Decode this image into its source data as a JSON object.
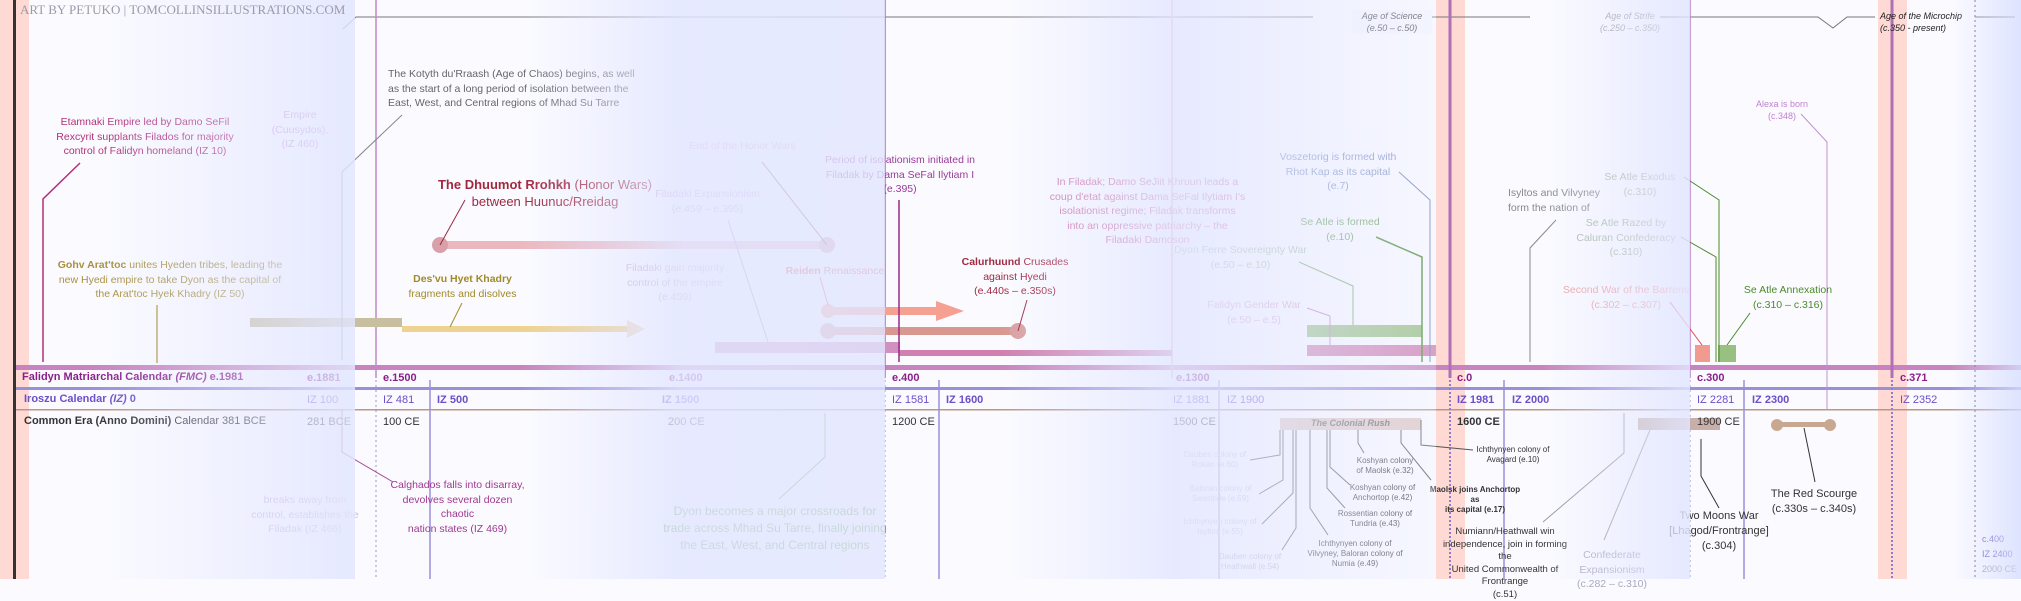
{
  "watermark": "ART BY PETUKO | TOMCOLLINSILLUSTRATIONS.COM",
  "ages": [
    {
      "name": "Age of Science",
      "range": "(e.50 – c.50)"
    },
    {
      "name": "Age of Strife",
      "range": "(c.250 – c.350)"
    },
    {
      "name": "Age of the Microchip",
      "range": "(c.350 - present)"
    }
  ],
  "calendars": {
    "fmc": {
      "name": "Falidyn Matriarchal Calendar",
      "abbr": "(FMC)",
      "start": "e.1981"
    },
    "iz": {
      "name": "Iroszu Calendar",
      "abbr": "(IZ)",
      "start": "0"
    },
    "ce": {
      "name": "Common Era (Anno Domini)",
      "suffix": "Calendar",
      "start": "381 BCE"
    }
  },
  "ticks": {
    "fmc": [
      "e.1881",
      "e.1500",
      "e.1400",
      "e.400",
      "e.1300",
      "c.0",
      "c.300",
      "c.371",
      "c.400"
    ],
    "iz": [
      "IZ 100",
      "IZ 481",
      "IZ 500",
      "IZ 1500",
      "IZ 1581",
      "IZ 1600",
      "IZ 1881",
      "IZ 1900",
      "IZ 1981",
      "IZ 2000",
      "IZ 2281",
      "IZ 2300",
      "IZ 2352",
      "IZ 2400"
    ],
    "ce": [
      "281 BCE",
      "100 CE",
      "200 CE",
      "1200 CE",
      "1500 CE",
      "1600 CE",
      "1900 CE",
      "2000 CE"
    ]
  },
  "events": {
    "etamnaki": {
      "text": "Etamnaki Empire led by Damo SeFil\nRexcyrit supplants Filados for majority\ncontrol of Falidyn homeland (IZ 10)"
    },
    "cuusydos": {
      "text": "Empire\n(Cuusydos),\n(IZ 460)"
    },
    "gohv": {
      "name": "Gohv Arat'toc",
      "text": " unites Hyeden tribes, leading the\nnew Hyedi empire to take Dyon as the capital of\nthe Arat'toc Hyek Khadry (IZ 50)"
    },
    "kotyth": {
      "text": "The Kotyth du'Rraash (Age of Chaos) begins, as well\nas the start of a long period of isolation between the\nEast, West, and Central regions of Mhad Su Tarre"
    },
    "dhuumot": {
      "name": "The Dhuumot Rrohkh",
      "text": " (Honor Wars)\nbetween Huunuc/Rreidag"
    },
    "desvu": {
      "name": "Des'vu Hyet Khadry",
      "text": "\nfragments and disolves"
    },
    "end_honor": {
      "text": "End of the Honor Wars"
    },
    "filadaki_exp": {
      "text": "Filadaki Expansionism\n(e.459 – e.395)"
    },
    "filadaki_gain": {
      "text": "Filadaki gain majority\ncontrol of the empire\n(e.459)"
    },
    "isolation": {
      "text": "Period of isolationism initiated in\nFiladak by Dama SeFal Ilytiam I\n(e.395)"
    },
    "reiden": {
      "name": "Reiden",
      "text": " Renaissance"
    },
    "calurhuund": {
      "name": "Calurhuund",
      "text": " Crusades\nagainst Hyedi\n(e.440s – e.350s)"
    },
    "coup": {
      "text": "In Filadak; Damo SeJiit Khruun leads a\ncoup d'etat against Dama SeFal Ilytiam I's\nisolationist regime; Filadak transforms\ninto an oppressive patriarchy – the\nFiladaki Damoson"
    },
    "voszetorig": {
      "text": "Voszetorig is formed with\nRhot Kap as its capital\n(e.7)"
    },
    "seatle_formed": {
      "text": "Se Atle is formed\n(e.10)"
    },
    "dyon_ferre": {
      "text": "Dyon Ferre Sovereignty War\n(e.50 – e.10)"
    },
    "gender_war": {
      "text": "Falidyn Gender War\n(e.50 – e.5)"
    },
    "calghados": {
      "text": "Calghados falls into disarray,\ndevolves several dozen chaotic\nnation states (IZ 469)"
    },
    "breaks_away": {
      "text": "breaks away from\ncontrol, establishes the\nFiladak (IZ 466)"
    },
    "dyon_cross": {
      "text": "Dyon becomes a major crossroads for\ntrade across Mhad Su Tarre, finally joining\nthe East, West, and Central regions"
    },
    "colonial_rush": {
      "text": "The Colonial Rush"
    },
    "colonies": [
      "Dauben colony of\nRokan (e.60)",
      "Baloran colony of\nSeastride (e.59)",
      "Ichthynyen colony of\nIsyltos (e.55)",
      "Dauben colony of\nHeathwall (e.54)",
      "Ichthynyen colony of\nVilvyney, Baloran colony of\nNumia (e.49)",
      "Rossentian colony of\nTundria (e.43)",
      "Koshyan colony of\nAnchortop (e.42)",
      "Koshyan colony\nof Maolsk (e.32)",
      "Maolsk joins Anchortop as\nits capital (e.17)",
      "Ichthynyen colony of\nAvagard (e.10)"
    ],
    "alexa": {
      "text": "Alexa is born\n(c.348)"
    },
    "exodus": {
      "text": "Se Atle Exodus\n(c.310)"
    },
    "isyltos": {
      "text": "Isyltos and Vilvyney\nform the nation of"
    },
    "razed": {
      "text": "Se Atle Razed by\nCaluran Confederacy\n(c.310)"
    },
    "barrens": {
      "text": "Second War of the Barrens\n(c.302 – c.307)"
    },
    "annexation": {
      "text": "Se Atle Annexation\n(c.310 – c.316)"
    },
    "two_moons": {
      "text": "Two Moons War\n[Lhagod/Frontrange]\n(c.304)"
    },
    "red_scourge": {
      "text": "The Red Scourge\n(c.330s – c.340s)"
    },
    "numiann": {
      "text": "Numiann/Heathwall win\nindependence, join in forming the\nUnited Commonwealth of Frontrange\n(c.51)"
    },
    "confed": {
      "text": "Confederate Expansionism\n(c.282 – c.310)"
    }
  },
  "colors": {
    "fmc": "#b0509a",
    "iz": "#8a80d0",
    "ce": "#c0a090",
    "red_band": "#ffd8d4"
  }
}
